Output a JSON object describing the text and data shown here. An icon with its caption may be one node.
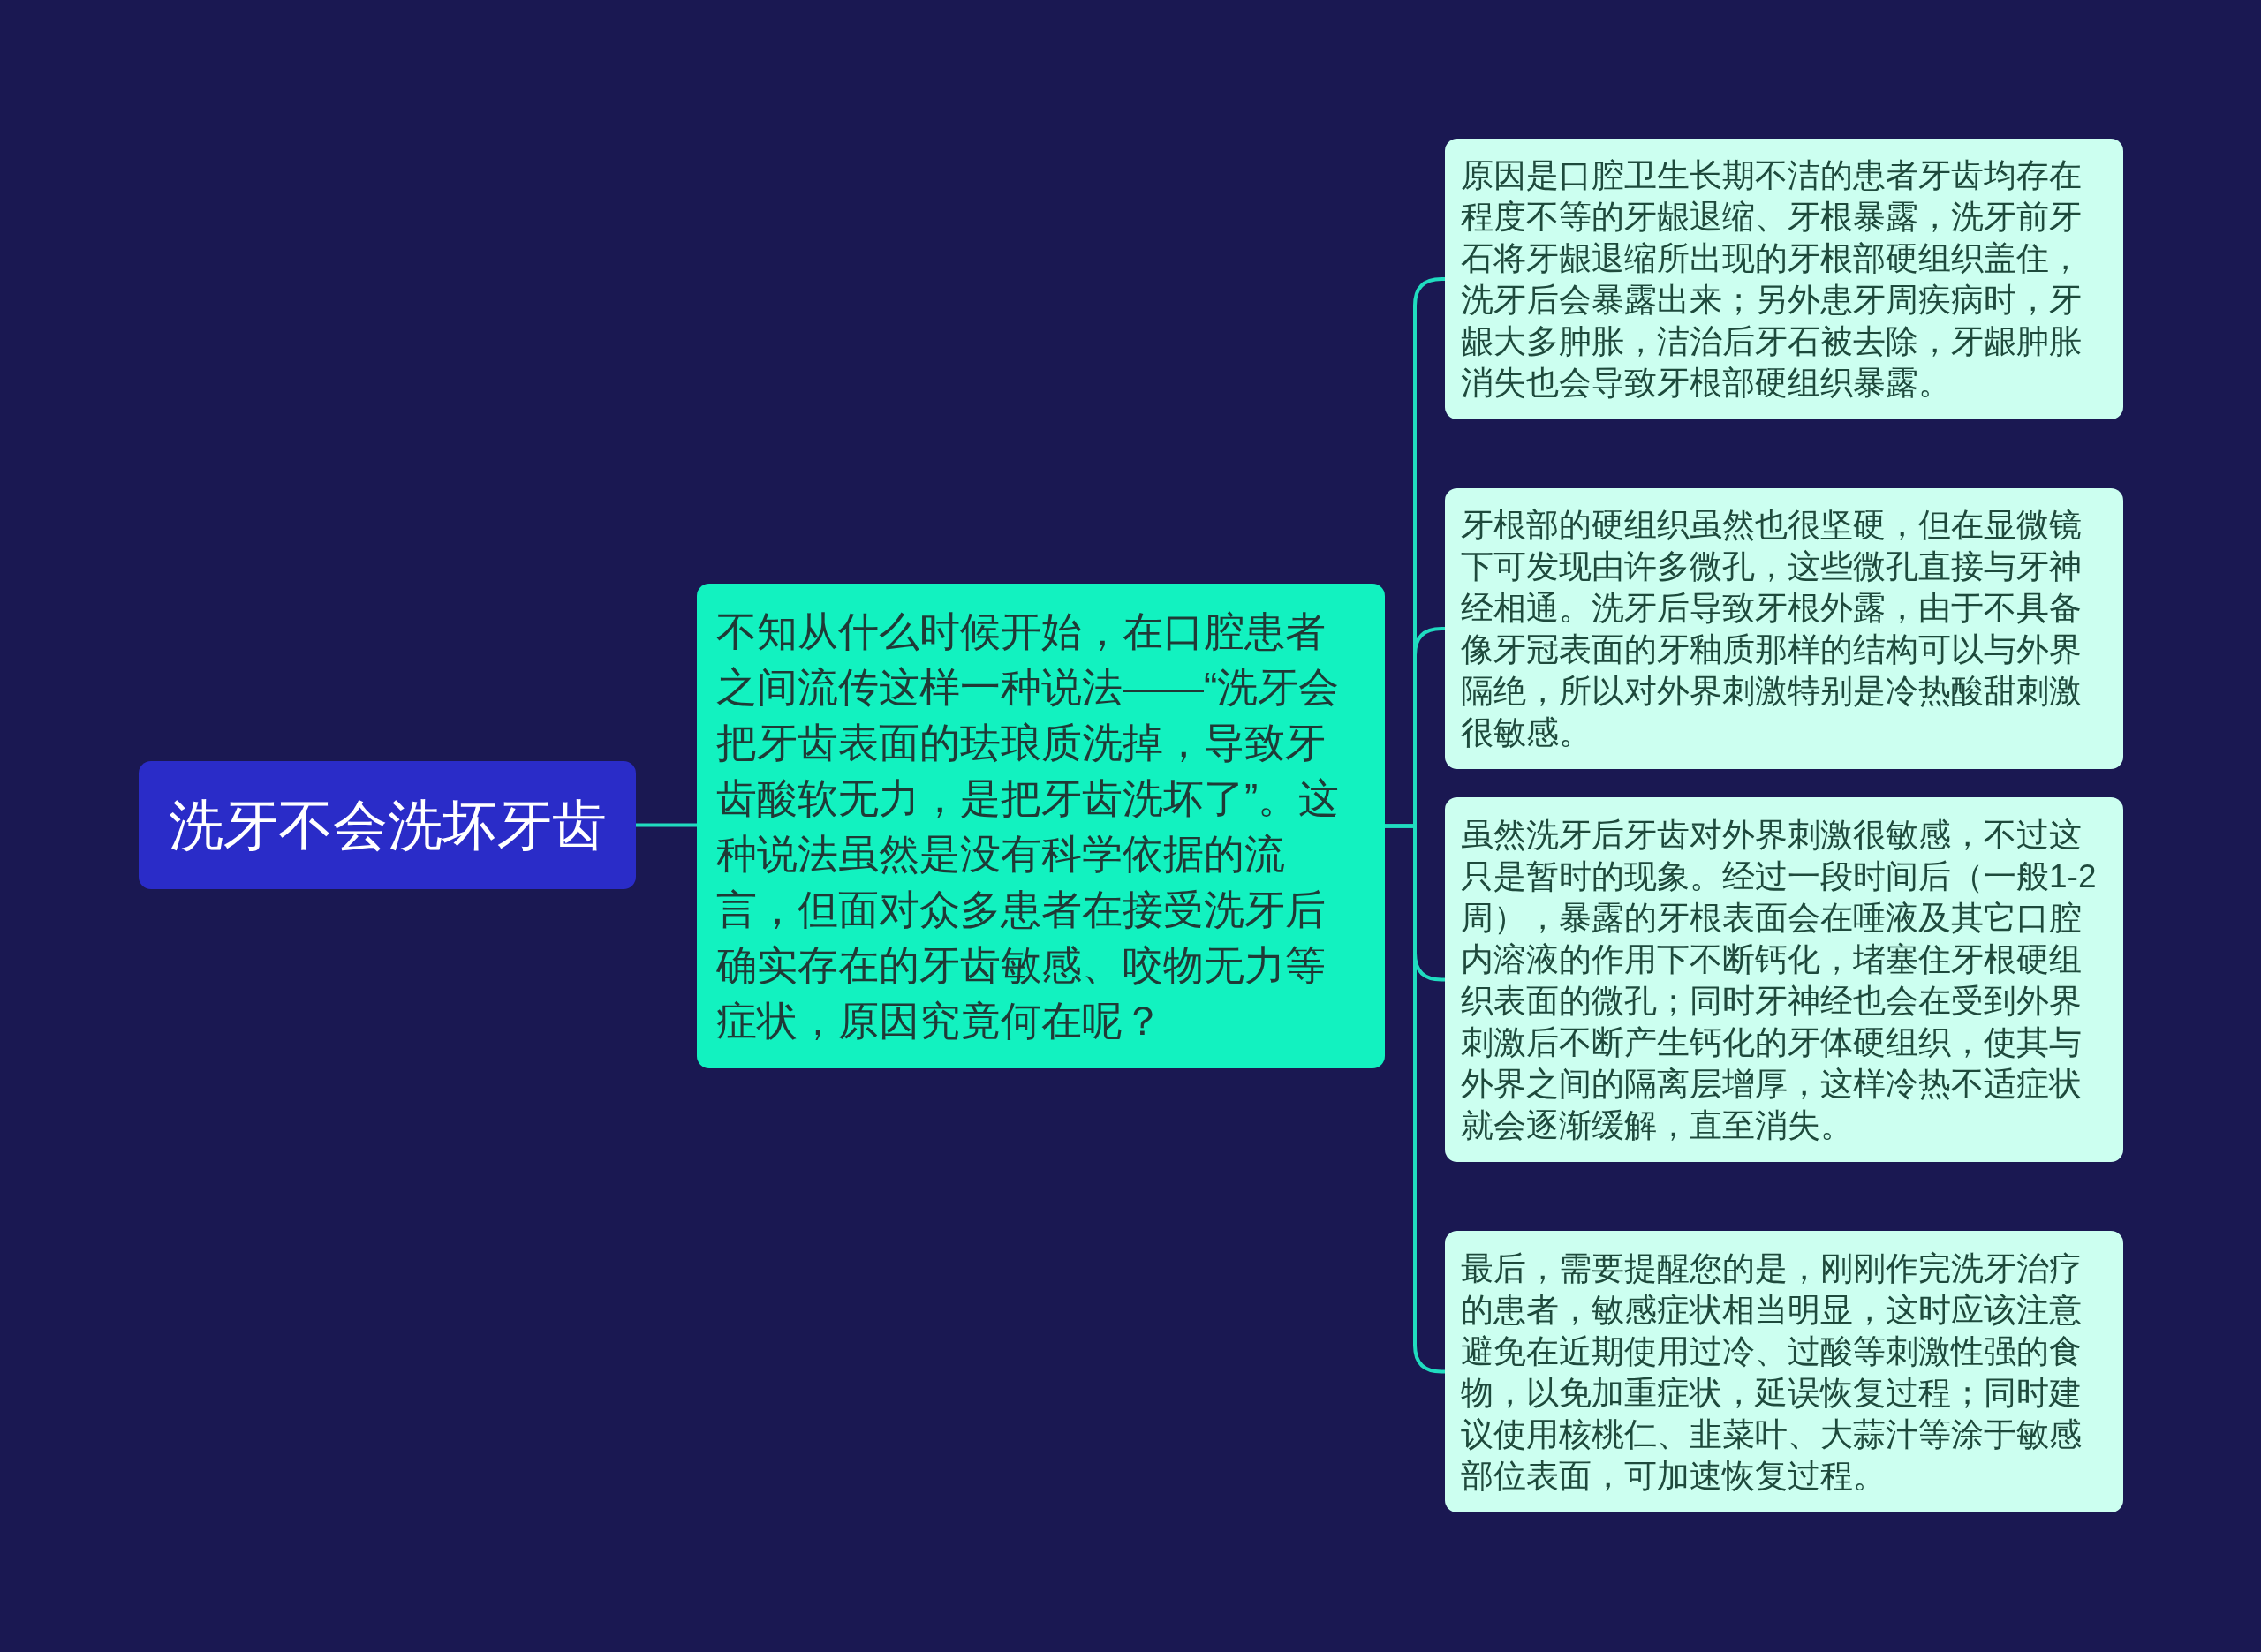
{
  "diagram": {
    "nodes": [
      {
        "text": [
          "洗牙不会洗坏牙齿"
        ]
      },
      {
        "text": [
          "不知从什么时候开始，在口腔患者之间流传这样一种说法——“洗牙会把牙齿表面的珐琅质洗掉，导致牙齿酸软无力，是把牙齿洗坏了”。这种说法虽然是没有科学依据的流言，但面对众多患者在接受洗牙后确实存在的牙齿敏感、咬物无力等症状，原因究竟何在呢？"
        ]
      },
      {
        "text": [
          "原因是口腔卫生长期不洁的患者牙齿均存在程度不等的牙龈退缩、牙根暴露，洗牙前牙石将牙龈退缩所出现的牙根部硬组织盖住，洗牙后会暴露出来；另外患牙周疾病时，牙龈大多肿胀，洁治后牙石被去除，牙龈肿胀消失也会导致牙根部硬组织暴露。"
        ]
      },
      {
        "text": [
          "牙根部的硬组织虽然也很坚硬，但在显微镜下可发现由许多微孔，这些微孔直接与牙神经相通。洗牙后导致牙根外露，由于不具备像牙冠表面的牙釉质那样的结构可以与外界隔绝，所以对外界刺激特别是冷热酸甜刺激很敏感。"
        ]
      },
      {
        "text": [
          "虽然洗牙后牙齿对外界刺激很敏感，不过这只是暂时的现象。经过一段时间后（一般1-2周），暴露的牙根表面会在唾液及其它口腔内溶液的作用下不断钙化，堵塞住牙根硬组织表面的微孔；同时牙神经也会在受到外界刺激后不断产生钙化的牙体硬组织，使其与外界之间的隔离层增厚，这样冷热不适症状就会逐渐缓解，直至消失。"
        ]
      },
      {
        "text": [
          "最后，需要提醒您的是，刚刚作完洗牙治疗的患者，敏感症状相当明显，这时应该注意避免在近期使用过冷、过酸等刺激性强的食物，以免加重症状，延误恢复过程；同时建议使用核桃仁、韭菜叶、大蒜汁等涂于敏感部位表面，可加速恢复过程。"
        ]
      }
    ],
    "edges": [
      {
        "from": 0,
        "to": 1,
        "arrow": "none"
      },
      {
        "from": 1,
        "to": 2,
        "arrow": "none"
      },
      {
        "from": 1,
        "to": 3,
        "arrow": "none"
      },
      {
        "from": 1,
        "to": 4,
        "arrow": "none"
      },
      {
        "from": 1,
        "to": 5,
        "arrow": "none"
      }
    ]
  }
}
